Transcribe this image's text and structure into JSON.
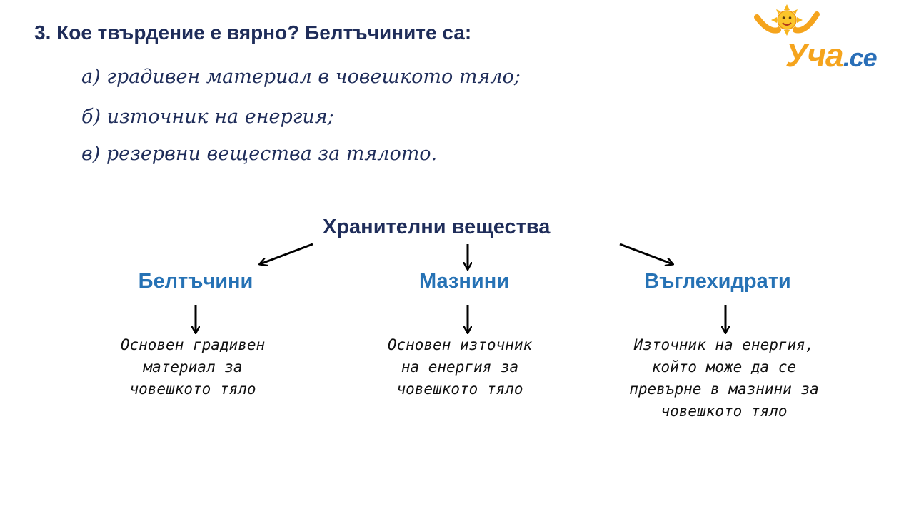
{
  "question": {
    "title": "3. Кое твърдение е вярно? Белтъчините са:",
    "options": [
      "а) градивен материал в човешкото тяло;",
      "б) източник на енергия;",
      "в) резервни вещества за тялото."
    ]
  },
  "logo": {
    "main": "Уча",
    "suffix": ".се"
  },
  "diagram": {
    "root": "Хранителни вещества",
    "categories": [
      {
        "label": "Белтъчини",
        "description_lines": [
          "Основен градивен",
          "материал за",
          "човешкото тяло"
        ]
      },
      {
        "label": "Мазнини",
        "description_lines": [
          "Основен източник",
          "на енергия за",
          "човешкото тяло"
        ]
      },
      {
        "label": "Въглехидрати",
        "description_lines": [
          "Източник на енергия,",
          "който може да се",
          "превърне в мазнини за",
          "човешкото тяло"
        ]
      }
    ]
  },
  "colors": {
    "title": "#1f2d5a",
    "category": "#2672b5",
    "logo_orange": "#f5a41d",
    "logo_blue": "#2a6fb8"
  }
}
